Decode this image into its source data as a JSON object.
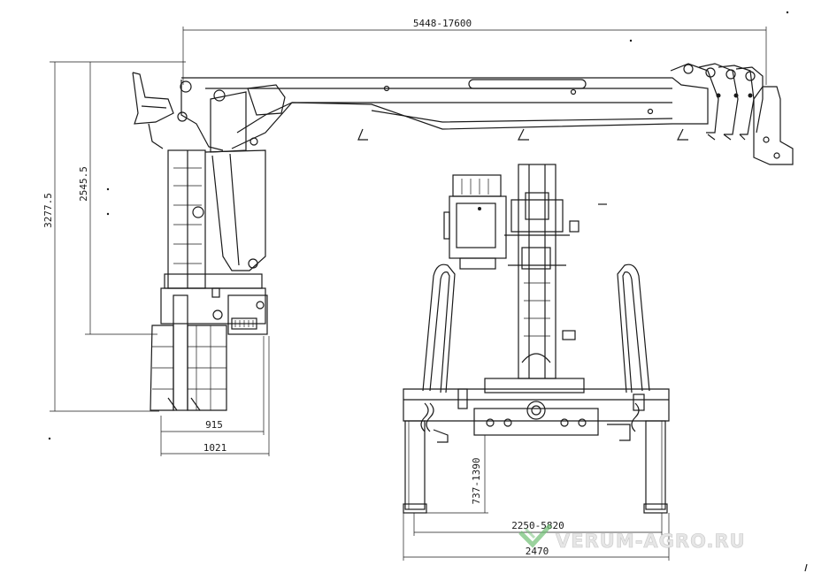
{
  "dimensions": {
    "boom_reach": "5448-17600",
    "total_height": "3277.5",
    "base_height": "2545.5",
    "basket_inner_width": "915",
    "basket_outer_width": "1021",
    "ground_clearance": "737-1390",
    "outrigger_span": "2250-5820",
    "frame_width": "2470"
  },
  "watermark": {
    "text": "VERUM-AGRO.RU"
  },
  "colors": {
    "line": "#1a1a1a",
    "watermark_fill": "#e6e6e6",
    "watermark_logo": "#6fbf73"
  }
}
